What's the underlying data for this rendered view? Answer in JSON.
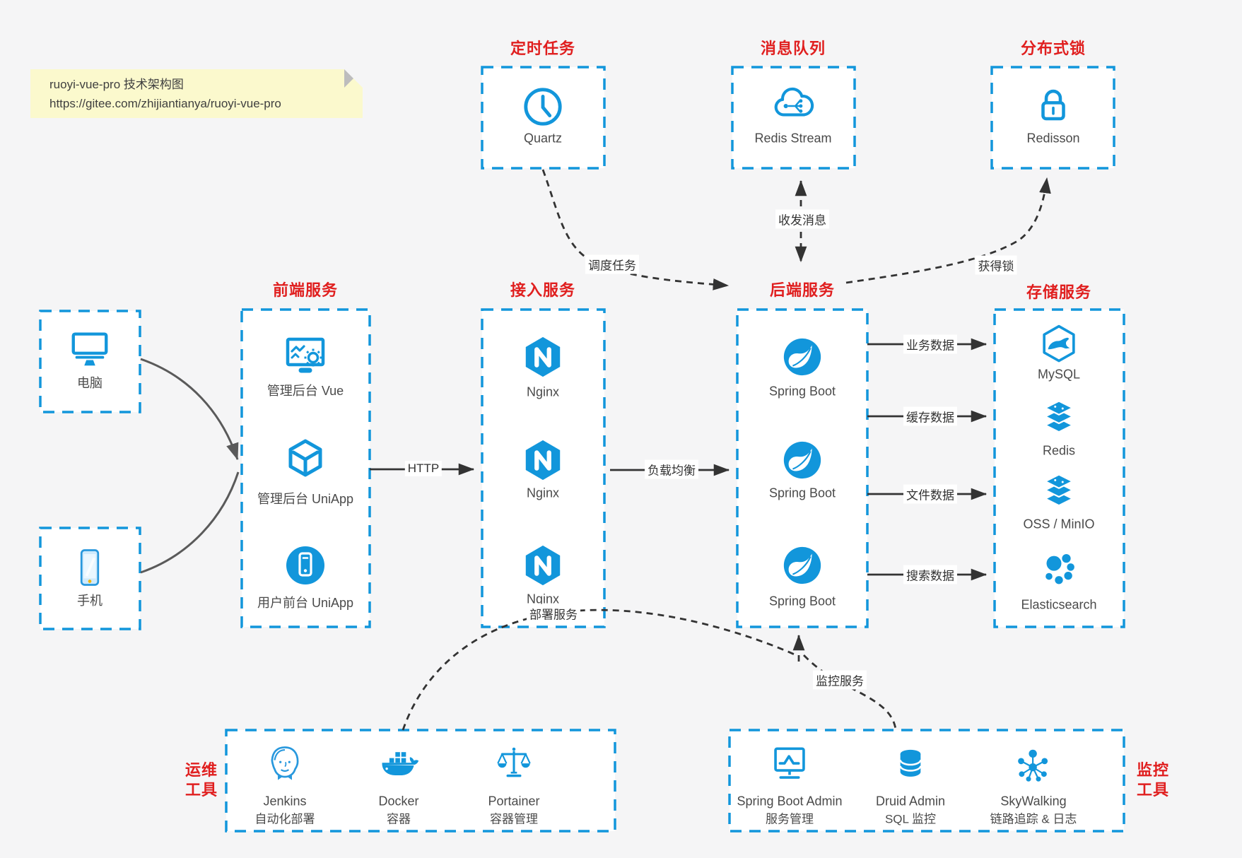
{
  "note": {
    "line1": "ruoyi-vue-pro 技术架构图",
    "line2": "https://gitee.com/zhijiantianya/ruoyi-vue-pro"
  },
  "top": [
    {
      "title": "定时任务",
      "name": "Quartz"
    },
    {
      "title": "消息队列",
      "name": "Redis Stream"
    },
    {
      "title": "分布式锁",
      "name": "Redisson"
    }
  ],
  "clients": [
    {
      "name": "电脑"
    },
    {
      "name": "手机"
    }
  ],
  "columns": [
    {
      "title": "前端服务",
      "items": [
        {
          "name": "管理后台 Vue"
        },
        {
          "name": "管理后台 UniApp"
        },
        {
          "name": "用户前台 UniApp"
        }
      ]
    },
    {
      "title": "接入服务",
      "items": [
        {
          "name": "Nginx"
        },
        {
          "name": "Nginx"
        },
        {
          "name": "Nginx"
        }
      ]
    },
    {
      "title": "后端服务",
      "items": [
        {
          "name": "Spring Boot"
        },
        {
          "name": "Spring Boot"
        },
        {
          "name": "Spring Boot"
        }
      ]
    },
    {
      "title": "存储服务",
      "items": [
        {
          "name": "MySQL"
        },
        {
          "name": "Redis"
        },
        {
          "name": "OSS / MinIO"
        },
        {
          "name": "Elasticsearch"
        }
      ]
    }
  ],
  "edges": {
    "schedule": "调度任务",
    "message": "收发消息",
    "lock": "获得锁",
    "http": "HTTP",
    "load_balance": "负载均衡",
    "business_data": "业务数据",
    "cache_data": "缓存数据",
    "file_data": "文件数据",
    "search_data": "搜索数据",
    "deploy": "部署服务",
    "monitor": "监控服务"
  },
  "bottom": {
    "ops": {
      "group_line1": "运维",
      "group_line2": "工具",
      "items": [
        {
          "name": "Jenkins",
          "desc": "自动化部署"
        },
        {
          "name": "Docker",
          "desc": "容器"
        },
        {
          "name": "Portainer",
          "desc": "容器管理"
        }
      ]
    },
    "monitoring": {
      "group_line1": "监控",
      "group_line2": "工具",
      "items": [
        {
          "name": "Spring Boot Admin",
          "desc": "服务管理"
        },
        {
          "name": "Druid Admin",
          "desc": "SQL 监控"
        },
        {
          "name": "SkyWalking",
          "desc": "链路追踪 & 日志"
        }
      ]
    }
  },
  "colors": {
    "accent_blue": "#1296db",
    "title_red": "#e01f1f",
    "arrow_dark": "#333333",
    "client_arrow_gray": "#5a5a5a",
    "note_bg": "#fbf9cd",
    "box_fill": "#ffffff",
    "background": "#f5f5f6"
  }
}
